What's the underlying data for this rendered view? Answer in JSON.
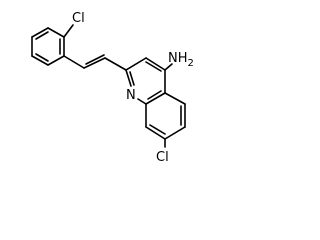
{
  "molecule": {
    "atom_labels": {
      "cl_top": "Cl",
      "amine": "NH",
      "amine_subscript": "2",
      "ring_nitrogen": "N",
      "cl_bottom": "Cl"
    },
    "colors": {
      "bond": "#000000",
      "text": "#000000",
      "background": "#ffffff"
    }
  }
}
